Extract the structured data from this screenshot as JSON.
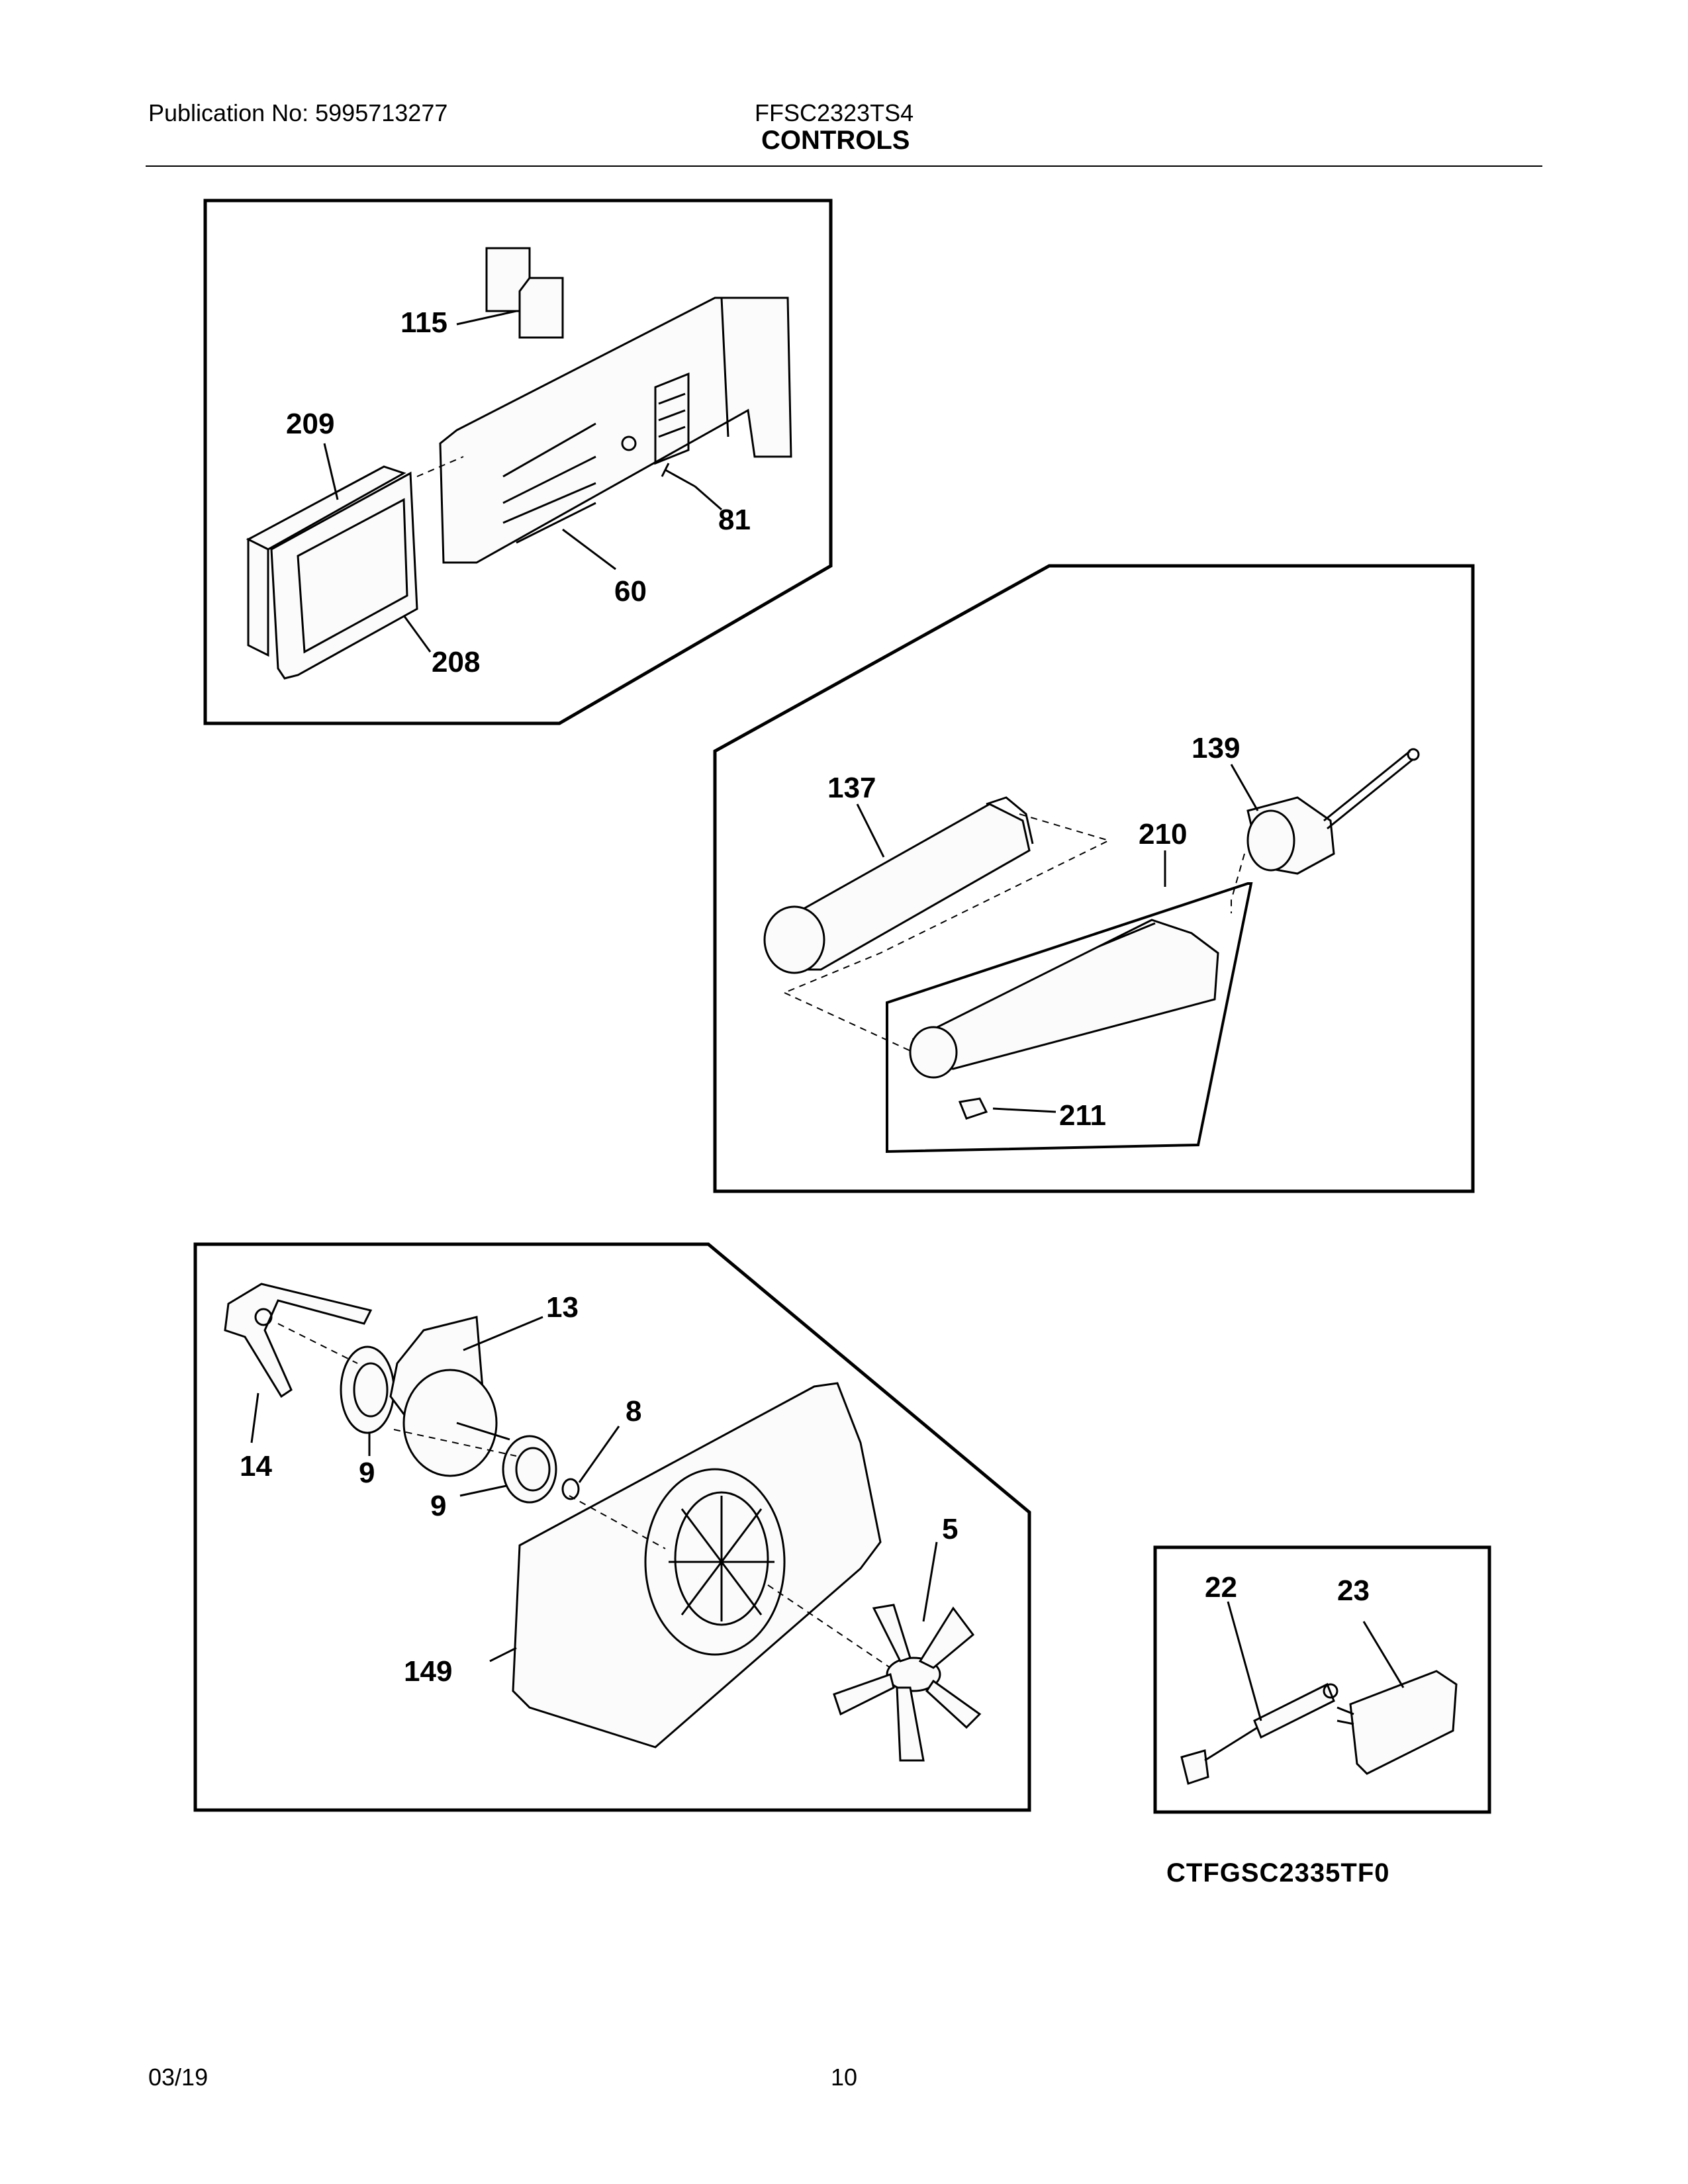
{
  "header": {
    "publication": "Publication No: 5995713277",
    "model": "FFSC2323TS4",
    "section": "CONTROLS"
  },
  "callouts": {
    "p115": "115",
    "p209": "209",
    "p81": "81",
    "p60": "60",
    "p208": "208",
    "p139": "139",
    "p137": "137",
    "p210": "210",
    "p211": "211",
    "p13": "13",
    "p8": "8",
    "p14": "14",
    "p9a": "9",
    "p9b": "9",
    "p5": "5",
    "p149": "149",
    "p22": "22",
    "p23": "23"
  },
  "reference_code": "CTFGSC2335TF0",
  "footer": {
    "date": "03/19",
    "page": "10"
  }
}
